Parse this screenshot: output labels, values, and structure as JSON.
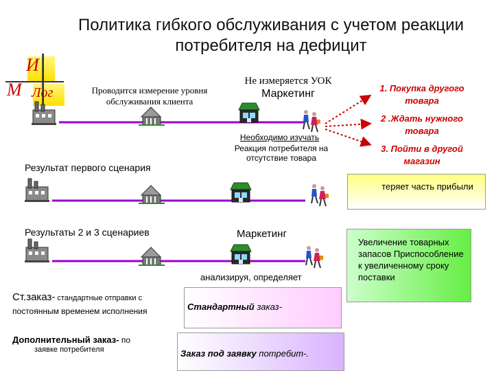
{
  "title": "Политика гибкого обслуживания с учетом реакции потребителя на дефицит",
  "logo": {
    "top": "И",
    "left": "М",
    "right": "Лог"
  },
  "row1": {
    "measured_text": "Проводится измерение уровня обслуживания клиента",
    "not_measured": "Не измеряется УОК",
    "marketing": "Маркетинг",
    "need_study": "Необходимо изучать",
    "reaction": "Реакция потребителя на отсутствие товара",
    "options": [
      "1. Покупка другого товара",
      "2 .Ждать нужного товара",
      "3. Пойти в другой магазин"
    ]
  },
  "row2": {
    "result1": "Результат первого сценария",
    "loses": "теряет часть прибыли"
  },
  "row3": {
    "result23": "Результаты 2 и 3 сценариев",
    "marketing": "Маркетинг",
    "analyze": "анализируя, определяет",
    "green_box": "Увеличение товарных запасов Приспособление к увеличенному сроку поставки"
  },
  "orders": {
    "std_order_bold": "Ст.заказ-",
    "std_order_rest": " стандартные отправки с",
    "std_order_line2": "постоянным временем исполнения",
    "std_box_italic": "Стандартный",
    "std_box_rest": " заказ-",
    "add_order_bold": "Дополнительный заказ-",
    "add_order_rest": " по",
    "add_order_line2": "заявке потребителя",
    "request_box_italic": "Заказ под заявку",
    "request_box_rest": " потребит-."
  },
  "colors": {
    "arrow": "#9900cc",
    "red": "#cc0000",
    "factory": "#6a6a6a",
    "store_roof": "#2e8b2e"
  }
}
